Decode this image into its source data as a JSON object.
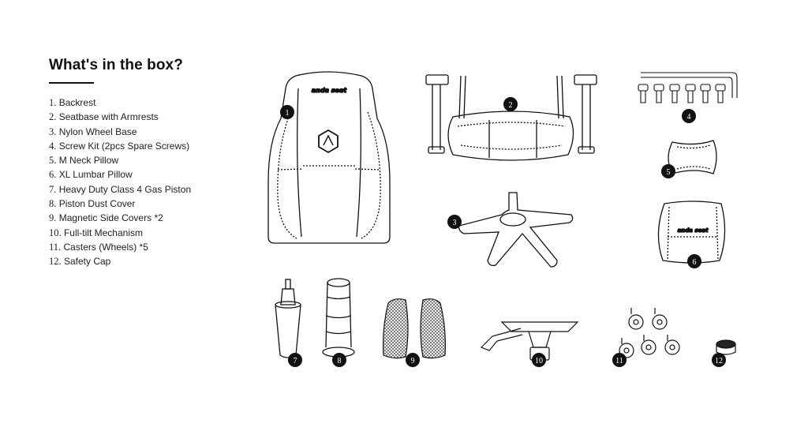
{
  "heading": "What's in the box?",
  "items": [
    {
      "num": "1.",
      "label": "Backrest"
    },
    {
      "num": "2.",
      "label": "Seatbase with Armrests"
    },
    {
      "num": "3.",
      "label": "Nylon Wheel Base"
    },
    {
      "num": "4.",
      "label": "Screw Kit (2pcs Spare Screws)"
    },
    {
      "num": "5.",
      "label": "M Neck Pillow"
    },
    {
      "num": "6.",
      "label": "XL Lumbar Pillow"
    },
    {
      "num": "7.",
      "label": "Heavy Duty Class 4 Gas Piston"
    },
    {
      "num": "8.",
      "label": "Piston Dust Cover"
    },
    {
      "num": "9.",
      "label": "Magnetic Side Covers *2"
    },
    {
      "num": "10.",
      "label": "Full-tilt Mechanism"
    },
    {
      "num": "11.",
      "label": "Casters (Wheels) *5"
    },
    {
      "num": "12.",
      "label": "Safety Cap"
    }
  ],
  "badges": {
    "b1": "1",
    "b2": "2",
    "b3": "3",
    "b4": "4",
    "b5": "5",
    "b6": "6",
    "b7": "7",
    "b8": "8",
    "b9": "9",
    "b10": "10",
    "b11": "11",
    "b12": "12"
  },
  "brand_logo": "anda seat",
  "colors": {
    "ink": "#111111",
    "background": "#ffffff"
  }
}
